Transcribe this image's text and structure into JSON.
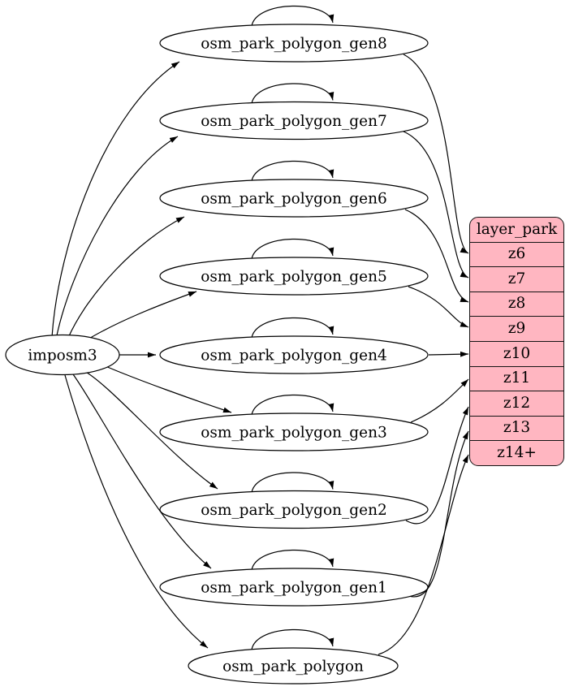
{
  "diagram": {
    "background_color": "#ffffff",
    "edge_color": "#000000",
    "node_fill_color": "#ffffff",
    "source_node": {
      "label": "imposm3"
    },
    "tables": [
      {
        "label": "osm_park_polygon_gen8",
        "self_loop": true,
        "output_zoom": "z6"
      },
      {
        "label": "osm_park_polygon_gen7",
        "self_loop": true,
        "output_zoom": "z7"
      },
      {
        "label": "osm_park_polygon_gen6",
        "self_loop": true,
        "output_zoom": "z8"
      },
      {
        "label": "osm_park_polygon_gen5",
        "self_loop": true,
        "output_zoom": "z9"
      },
      {
        "label": "osm_park_polygon_gen4",
        "self_loop": true,
        "output_zoom": "z10"
      },
      {
        "label": "osm_park_polygon_gen3",
        "self_loop": true,
        "output_zoom": "z11"
      },
      {
        "label": "osm_park_polygon_gen2",
        "self_loop": true,
        "output_zoom": "z12"
      },
      {
        "label": "osm_park_polygon_gen1",
        "self_loop": true,
        "output_zoom": "z13"
      },
      {
        "label": "osm_park_polygon",
        "self_loop": true,
        "output_zoom": "z14+"
      }
    ],
    "layer_table": {
      "title": "layer_park",
      "fill_color": "#FFB6C1",
      "rows": [
        "z6",
        "z7",
        "z8",
        "z9",
        "z10",
        "z11",
        "z12",
        "z13",
        "z14+"
      ]
    }
  }
}
